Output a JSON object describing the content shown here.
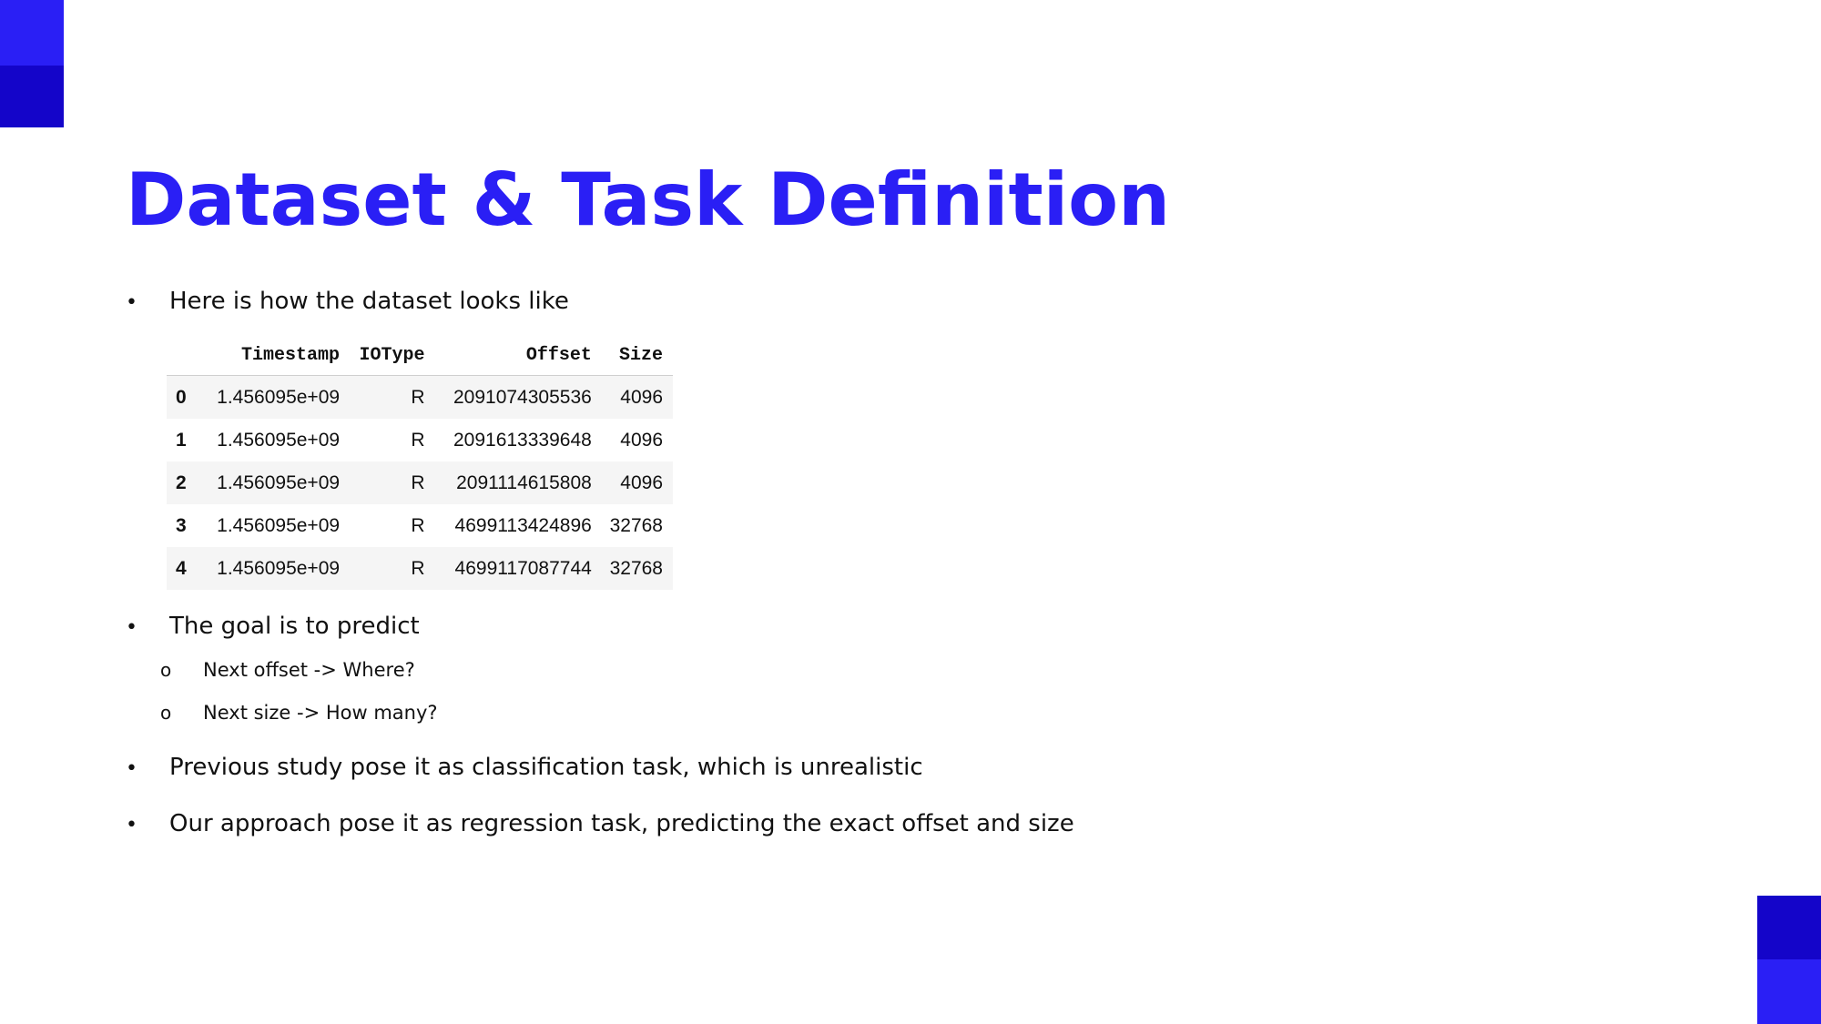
{
  "title": "Dataset & Task Definition",
  "bullets": {
    "b1": "Here is how the dataset looks like",
    "b2": "The goal is to predict",
    "b2_sub": [
      "Next offset -> Where?",
      "Next size -> How many?"
    ],
    "b3": "Previous study pose it as classification task, which is unrealistic",
    "b4": "Our approach pose it as regression task, predicting the exact offset and size"
  },
  "bullet_glyph": "•",
  "sub_bullet_glyph": "o",
  "table": {
    "headers": [
      "",
      "Timestamp",
      "IOType",
      "Offset",
      "Size"
    ],
    "rows": [
      [
        "0",
        "1.456095e+09",
        "R",
        "2091074305536",
        "4096"
      ],
      [
        "1",
        "1.456095e+09",
        "R",
        "2091613339648",
        "4096"
      ],
      [
        "2",
        "1.456095e+09",
        "R",
        "2091114615808",
        "4096"
      ],
      [
        "3",
        "1.456095e+09",
        "R",
        "4699113424896",
        "32768"
      ],
      [
        "4",
        "1.456095e+09",
        "R",
        "4699117087744",
        "32768"
      ]
    ]
  },
  "colors": {
    "accent": "#2a1ff5",
    "accent_dark": "#1405c9"
  }
}
